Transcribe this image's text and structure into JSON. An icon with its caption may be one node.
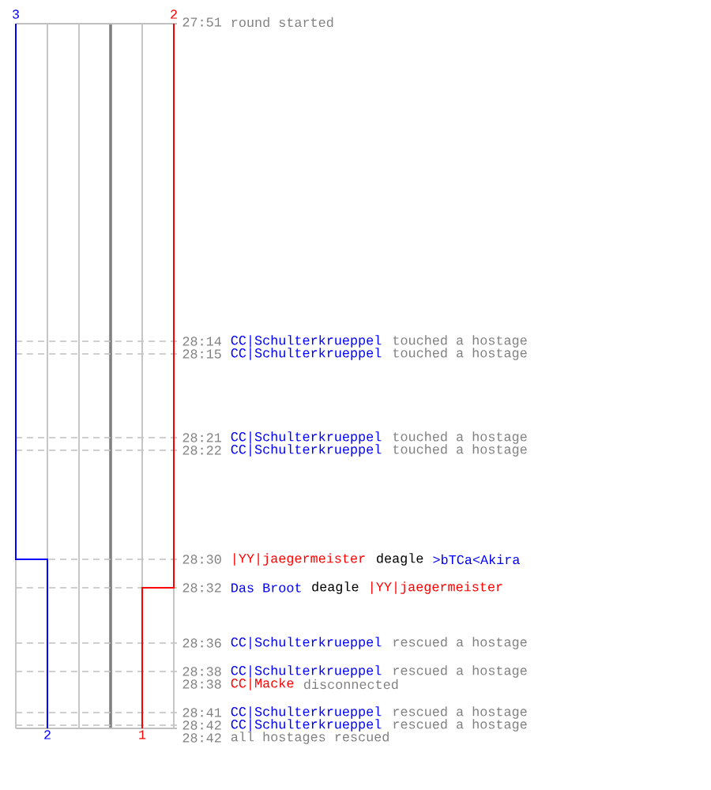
{
  "diagram": {
    "labels": [
      "3",
      "2",
      "27:51",
      "round started",
      "28:14",
      "CC|Schulterkrueppel",
      "touched a hostage",
      "28:15",
      "CC|Schulterkrueppel",
      "touched a hostage",
      "28:21",
      "CC|Schulterkrueppel",
      "touched a hostage",
      "28:22",
      "CC|Schulterkrueppel",
      "touched a hostage",
      "28:30",
      "|YY|jaegermeister",
      "deagle",
      ">bTCa<Akira",
      "28:32",
      "Das Broot",
      "deagle",
      "|YY|jaegermeister",
      "28:36",
      "CC|Schulterkrueppel",
      "rescued a hostage",
      "28:38",
      "CC|Schulterkrueppel",
      "rescued a hostage",
      "28:38",
      "CC|Macke",
      "disconnected",
      "28:41",
      "CC|Schulterkrueppel",
      "rescued a hostage",
      "28:42",
      "CC|Schulterkrueppel",
      "rescued a hostage",
      "2",
      "1",
      "28:42",
      "all hostages rescued"
    ]
  }
}
